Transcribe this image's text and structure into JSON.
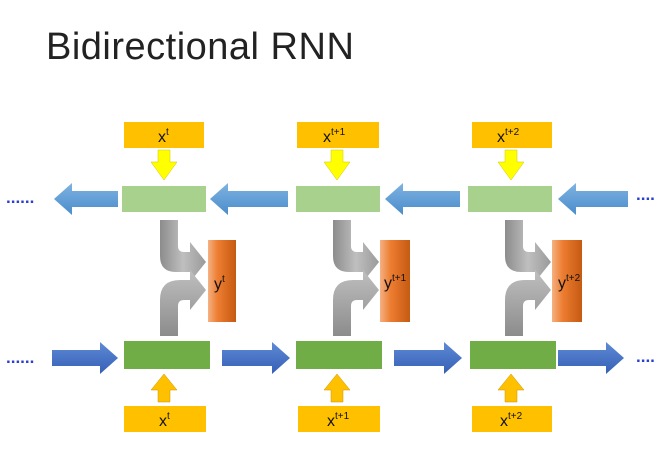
{
  "title": "Bidirectional RNN",
  "dots_left_top": "......",
  "dots_right_top": "....",
  "dots_left_bottom": "......",
  "dots_right_bottom": "....",
  "steps": [
    {
      "x_top": {
        "base": "x",
        "sup": "t"
      },
      "x_bottom": {
        "base": "x",
        "sup": "t"
      },
      "y": {
        "base": "y",
        "sup": "t"
      }
    },
    {
      "x_top": {
        "base": "x",
        "sup": "t+1"
      },
      "x_bottom": {
        "base": "x",
        "sup": "t+1"
      },
      "y": {
        "base": "y",
        "sup": "t+1"
      }
    },
    {
      "x_top": {
        "base": "x",
        "sup": "t+2"
      },
      "x_bottom": {
        "base": "x",
        "sup": "t+2"
      },
      "y": {
        "base": "y",
        "sup": "t+2"
      }
    }
  ],
  "colors": {
    "input_box": "#ffc000",
    "input_arrow_top": "#ffff00",
    "input_arrow_bottom": "#ffc000",
    "backward_cell": "#a9d18e",
    "forward_cell": "#70ad47",
    "backward_arrow": "#5b9bd5",
    "forward_arrow": "#4472c4",
    "output_box": "#ed7d31",
    "merge_arrow": "#a6a6a6",
    "dots": "#2a3fd0"
  }
}
